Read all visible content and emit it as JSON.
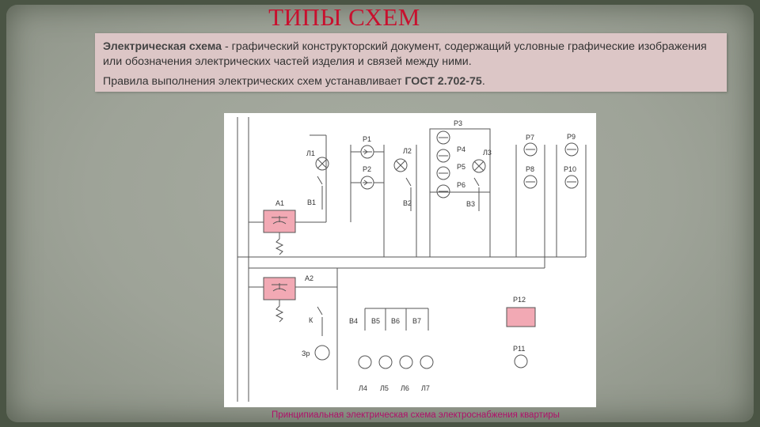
{
  "slide": {
    "title": "ТИПЫ СХЕМ",
    "definition_term": "Электрическая схема",
    "definition_text": " - графический конструкторский документ, содержащий условные графические изображения или обозначения электрических частей изделия и связей между ними.",
    "rule_text": "Правила выполнения электрических схем устанавливает ",
    "rule_standard": "ГОСТ 2.702-75",
    "rule_end": ".",
    "caption": "Принципиальная электрическая схема электроснабжения квартиры"
  },
  "diagram_labels": {
    "a1": "А1",
    "a2": "А2",
    "b1": "В1",
    "b2": "В2",
    "b3": "В3",
    "b4": "В4",
    "b5": "В5",
    "b6": "В6",
    "b7": "В7",
    "l1": "Л1",
    "l2": "Л2",
    "l3": "Л3",
    "l4": "Л4",
    "l5": "Л5",
    "l6": "Л6",
    "l7": "Л7",
    "r1": "Р1",
    "r2": "Р2",
    "r3": "Р3",
    "r4": "Р4",
    "r5": "Р5",
    "r6": "Р6",
    "r7": "Р7",
    "r8": "Р8",
    "r9": "Р9",
    "r10": "Р10",
    "r11": "Р11",
    "r12": "Р12",
    "k": "К",
    "zr": "Зр"
  },
  "colors": {
    "title": "#c8102e",
    "textbox_bg": "#dcc6c6",
    "breaker_fill": "#f2a9b4",
    "caption": "#b0106a"
  }
}
